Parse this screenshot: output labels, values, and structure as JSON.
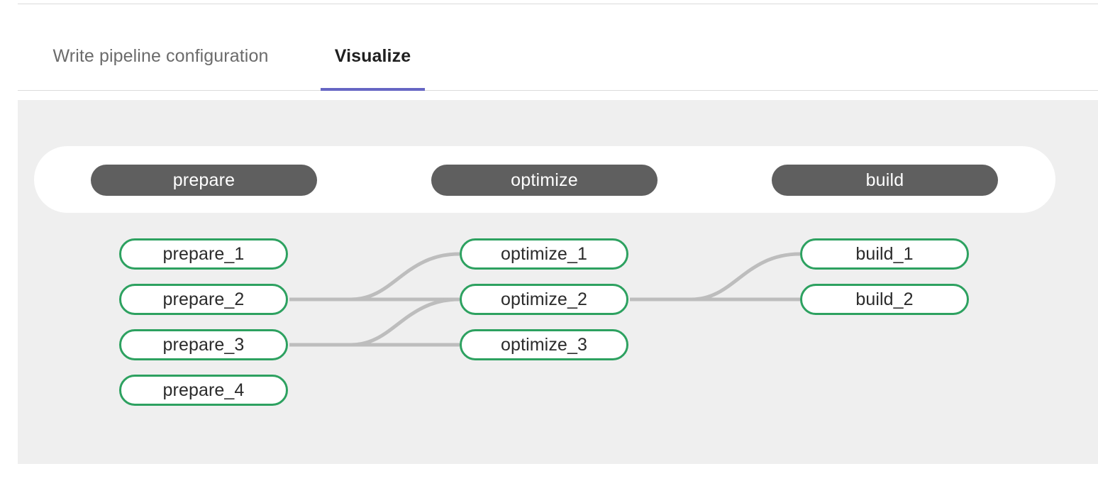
{
  "tabs": [
    {
      "label": "Write pipeline configuration",
      "active": false
    },
    {
      "label": "Visualize",
      "active": true
    }
  ],
  "colors": {
    "accent": "#6666c4",
    "canvas_bg": "#efefef",
    "stage_pill_bg": "#5f5f5f",
    "stage_pill_text": "#ffffff",
    "node_border": "#2da160",
    "node_bg": "#ffffff",
    "node_text": "#2b2b2b",
    "edge": "#bdbdbd",
    "tab_inactive_text": "#6b6b6b",
    "tab_active_text": "#1f1f1f",
    "rule": "#dcdcdc"
  },
  "pipeline": {
    "stages": [
      {
        "name": "prepare"
      },
      {
        "name": "optimize"
      },
      {
        "name": "build"
      }
    ],
    "jobs": [
      {
        "name": "prepare_1",
        "stage": "prepare",
        "col": 0,
        "row": 0
      },
      {
        "name": "prepare_2",
        "stage": "prepare",
        "col": 0,
        "row": 1
      },
      {
        "name": "prepare_3",
        "stage": "prepare",
        "col": 0,
        "row": 2
      },
      {
        "name": "prepare_4",
        "stage": "prepare",
        "col": 0,
        "row": 3
      },
      {
        "name": "optimize_1",
        "stage": "optimize",
        "col": 1,
        "row": 0
      },
      {
        "name": "optimize_2",
        "stage": "optimize",
        "col": 1,
        "row": 1
      },
      {
        "name": "optimize_3",
        "stage": "optimize",
        "col": 1,
        "row": 2
      },
      {
        "name": "build_1",
        "stage": "build",
        "col": 2,
        "row": 0
      },
      {
        "name": "build_2",
        "stage": "build",
        "col": 2,
        "row": 1
      }
    ],
    "edges": [
      {
        "from": "prepare_2",
        "to": "optimize_1"
      },
      {
        "from": "prepare_2",
        "to": "optimize_2"
      },
      {
        "from": "prepare_3",
        "to": "optimize_2"
      },
      {
        "from": "prepare_3",
        "to": "optimize_3"
      },
      {
        "from": "optimize_2",
        "to": "build_1"
      },
      {
        "from": "optimize_2",
        "to": "build_2"
      }
    ]
  }
}
